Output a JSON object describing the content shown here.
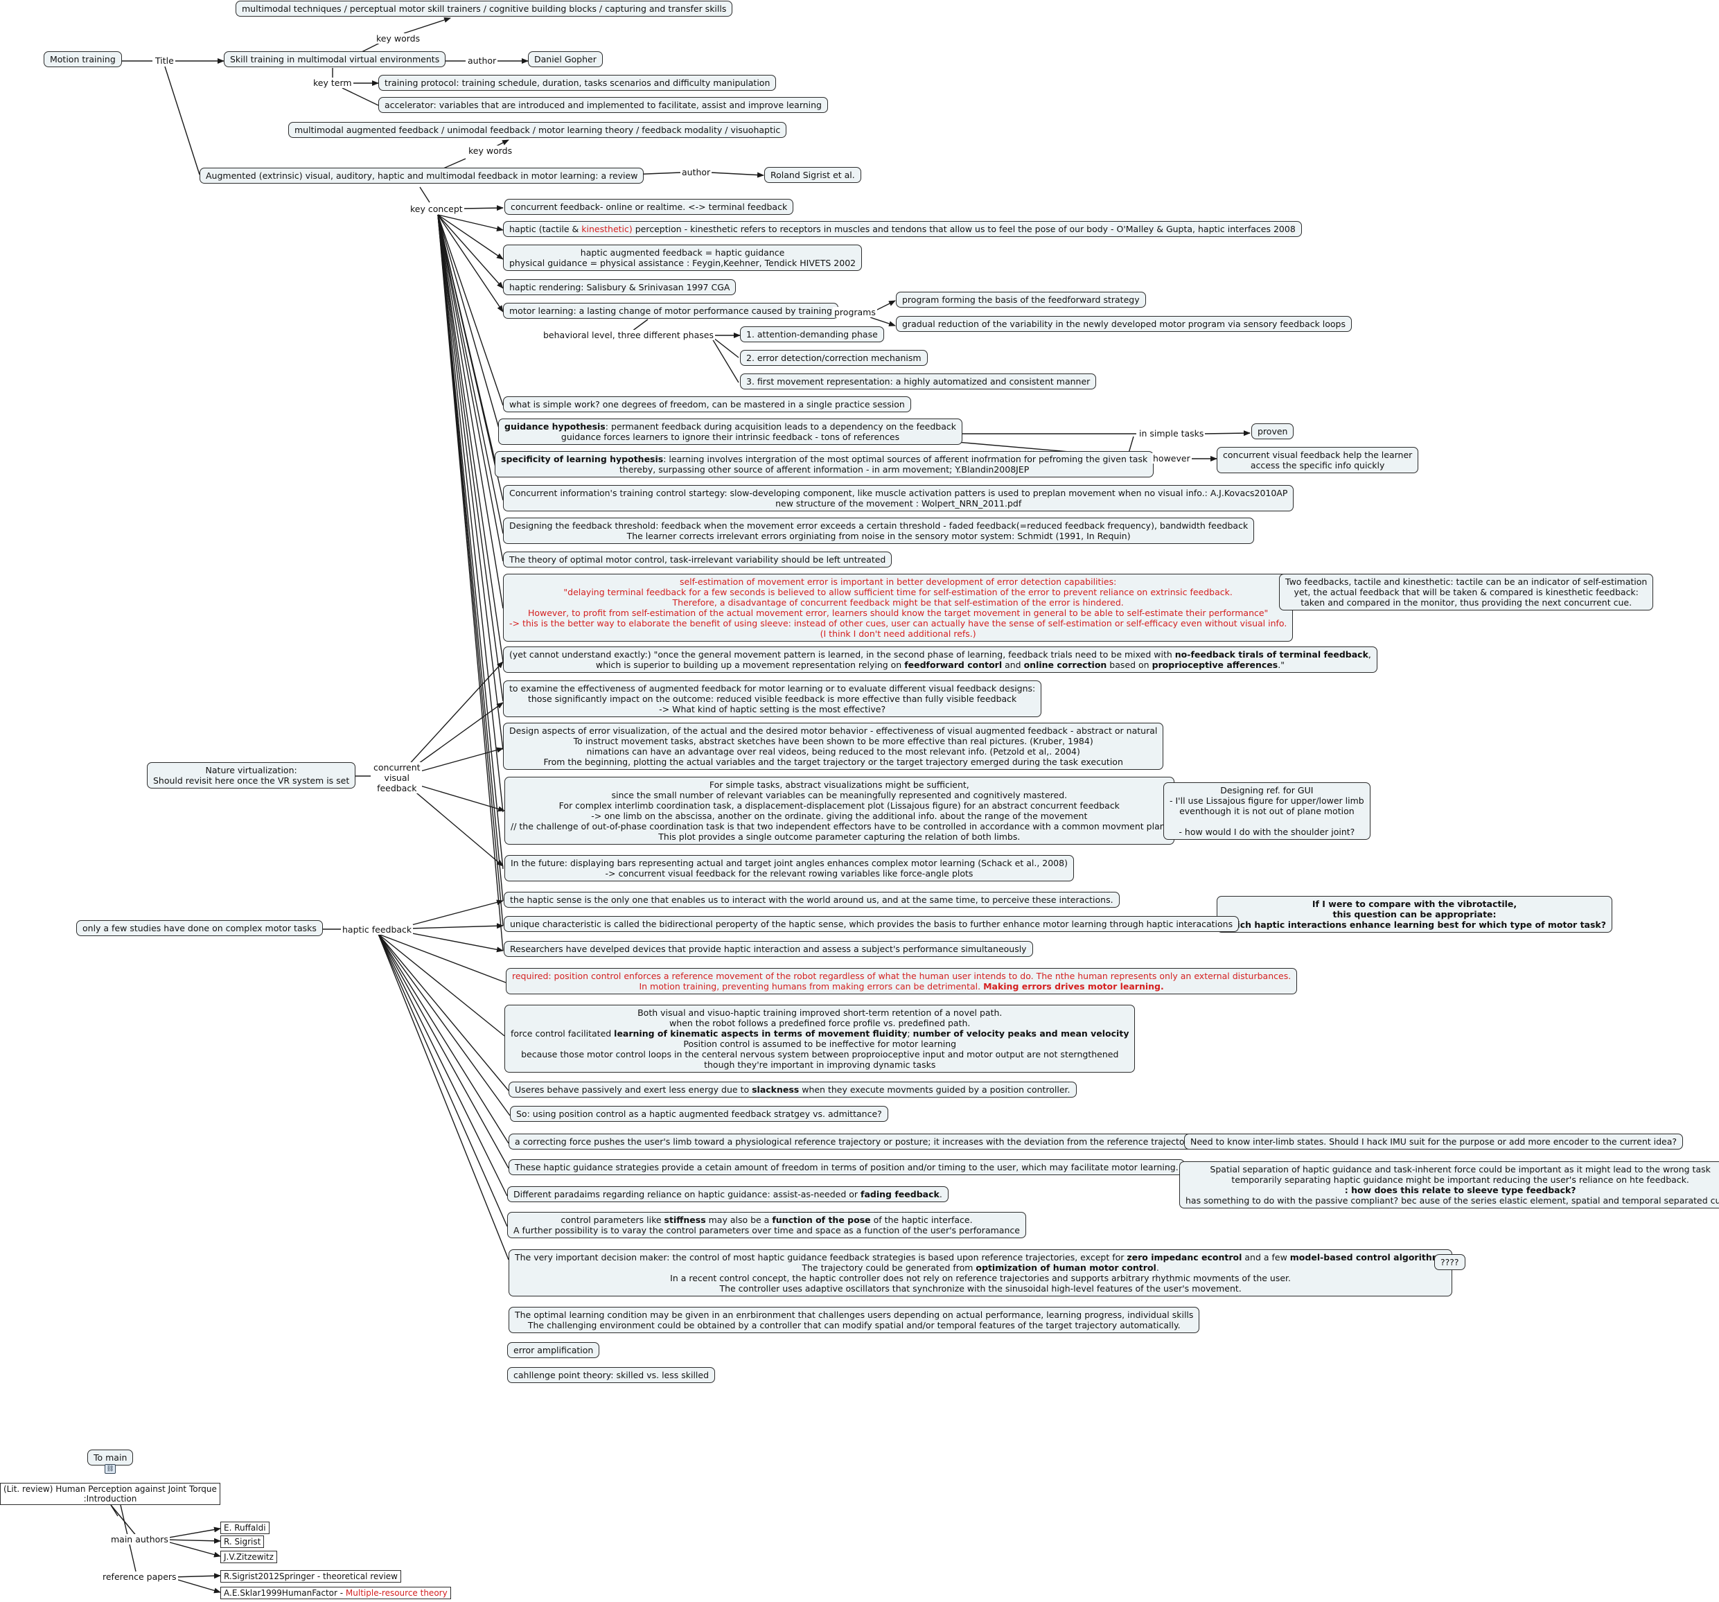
{
  "nodes": {
    "motion_training": "Motion training",
    "title_label": "Title",
    "kw1": "multimodal techniques / perceptual motor skill trainers / cognitive building blocks / capturing and transfer skills",
    "keywords_label_1": "key words",
    "skill_training": "Skill training in multimodal virtual environments",
    "author_label_1": "author",
    "daniel_gopher": "Daniel Gopher",
    "key_term_label": "key term",
    "training_protocol": "training protocol: training schedule, duration, tasks scenarios and difficulty manipulation",
    "accelerator": "accelerator: variables that are introduced and implemented to facilitate, assist and improve learning",
    "kw2": "multimodal augmented feedback / unimodal feedback / motor learning theory / feedback modality / visuohaptic",
    "keywords_label_2": "key words",
    "augmented_review": "Augmented (extrinsic) visual, auditory, haptic and multimodal feedback in motor learning: a review",
    "author_label_2": "author",
    "roland_sigrist": "Roland Sigrist et al.",
    "key_concept_label": "key concept",
    "concurrent_feedback": "concurrent feedback- online or realtime.  <-> terminal feedback",
    "haptic_perception": {
      "pre": "haptic (tactile & ",
      "red": "kinesthetic)",
      "post": " perception - kinesthetic refers to receptors in muscles and tendons that allow us to feel the pose of our body - O'Malley & Gupta, haptic interfaces 2008"
    },
    "haptic_augmented": [
      "haptic augmented feedback = haptic guidance",
      "physical guidance = physical assistance : Feygin,Keehner, Tendick HIVETS 2002"
    ],
    "haptic_rendering": "haptic rendering: Salisbury & Srinivasan 1997 CGA",
    "motor_learning": "motor learning: a lasting change of motor performance caused by training",
    "programs_label": "programs",
    "program_forming": "program forming the basis of the feedforward strategy",
    "gradual_reduction": "gradual reduction of the variability in the newly developed motor program via sensory feedback loops",
    "behavioral_label": "behavioral level, three different phases",
    "phase1": "1. attention-demanding phase",
    "phase2": "2. error detection/correction mechanism",
    "phase3": "3. first movement representation: a highly automatized and consistent manner",
    "simple_work": "what is simple work? one degrees of freedom, can be mastered in a single practice session",
    "guidance_hypothesis": {
      "bold": "guidance hypothesis",
      "rest": ": permanent feedback during acquisition leads to a dependency on the feedback",
      "line2": "guidance forces learners to ignore their intrinsic feedback - tons of references"
    },
    "specificity_hypothesis": {
      "bold": "specificity of learning hypothesis",
      "rest": ": learning involves intergration of the most optimal sources of afferent inofrmation for pefroming the given task",
      "line2": "thereby, surpassing other source of afferent information - in arm movement; Y.Blandin2008JEP"
    },
    "in_simple_tasks_label": "in simple tasks",
    "however_label": "however",
    "proven": "proven",
    "concurrent_visual_help": [
      "concurrent visual feedback help the learner",
      "access the specific info quickly"
    ],
    "concurrent_info": [
      "Concurrent information's training control startegy: slow-developing component, like muscle activation patters is used to preplan movement when no visual info.: A.J.Kovacs2010AP",
      "new structure of the movement : Wolpert_NRN_2011.pdf"
    ],
    "feedback_threshold": [
      "Designing the feedback threshold: feedback when the movement error exceeds a certain threshold - faded feedback(=reduced feedback frequency), bandwidth feedback",
      "The learner corrects irrelevant errors orginiating from noise in the sensory motor system: Schmidt (1991, In Requin)"
    ],
    "optimal_control": "The theory of optimal motor control, task-irrelevant variability should be left untreated",
    "self_estimation": [
      "self-estimation of movement error is important in better development of error detection capabilities:",
      "\"delaying terminal feedback for a few seconds is believed to allow sufficient time for self-estimation of the error to prevent reliance on extrinsic feedback.",
      "Therefore, a disadvantage of concurrent feedback might be that self-estimation of the error is hindered.",
      "However, to profit from self-estimation of the actual movement error, learners should know the target movement in general to be able to self-estimate their performance\"",
      "-> this is the better way to elaborate the benefit of using sleeve: instead of other cues, user can actually have the sense of self-estimation or self-efficacy even without visual info.",
      "(I think I don't need additional refs.)"
    ],
    "two_feedbacks": [
      "Two feedbacks, tactile and kinesthetic: tactile can be an indicator of self-estimation",
      "yet, the actual feedback that will be taken & compared is kinesthetic feedback:",
      "taken and compared in the monitor, thus providing the next concurrent cue."
    ],
    "cannot_understand": {
      "l1a": "(yet cannot understand exactly:) \"once the general movement pattern is learned, in the second phase of learning, feedback trials need to be mixed with ",
      "l1b": "no-feedback tirals of terminal feedback",
      "l1c": ",",
      "l2a": "which is superior to building up a movement representation relying on ",
      "l2b": "feedforward contorl",
      "l2c": " and ",
      "l2d": "online correction",
      "l2e": " based on ",
      "l2f": "proprioceptive afferences",
      "l2g": ".\""
    },
    "examine_effectiveness": [
      "to examine the effectiveness of augmented feedback for motor learning or to evaluate different visual feedback designs:",
      "those significantly impact on the outcome: reduced visible feedback is more effective than fully visible feedback",
      "-> What kind of haptic setting is the most effective?"
    ],
    "design_aspects": [
      "Design aspects of error visualization, of the actual and the desired motor behavior - effectiveness of visual augmented feedback - abstract or natural",
      "To instruct movement tasks, abstract sketches have been shown to be more effective than real pictures. (Kruber, 1984)",
      "nimations can have an advantage over real videos, being reduced to the most relevant info. (Petzold et al,. 2004)",
      "From the beginning, plotting the actual variables and the target trajectory or the target trajectory emerged during the task execution"
    ],
    "simple_tasks": [
      "For simple tasks, abstract visualizations might be sufficient,",
      "since the small number of relevant variables can be meaningfully represented and cognitively mastered.",
      "For complex interlimb coordination task, a displacement-displacement plot (Lissajous figure) for an abstract concurrent feedback",
      "-> one limb on the abscissa, another on the ordinate. giving the additional info. about the range of the movement",
      "// the challenge of out-of-phase coordination task is that two independent effectors have to be controlled in accordance with a common movment plan.",
      "This plot provides a single outcome parameter capturing the relation of both limbs."
    ],
    "designing_ref": [
      "Designing ref. for GUI",
      "- I'll use Lissajous figure for upper/lower limb",
      "eventhough it is not out of plane motion",
      "",
      "- how would I do with the shoulder joint?"
    ],
    "future_bars": [
      "In the future: displaying bars representing actual and target joint angles enhances complex motor learning (Schack et al., 2008)",
      "-> concurrent visual feedback for the relevant rowing variables like force-angle plots"
    ],
    "nature_virtualization": [
      "Nature virtualization:",
      "Should revisit here once the VR system is set"
    ],
    "concurrent_visual_label": [
      "concurrent",
      "visual",
      "feedback"
    ],
    "haptic_sense": "the haptic sense is the only one that enables us to interact with the world around us, and at the same time, to perceive these interactions.",
    "compare_vibro": [
      "If I were to compare with the vibrotactile,",
      "this question can be appropriate:",
      "which haptic interactions enhance learning best for which type of motor task?"
    ],
    "unique_characteristic": "unique characteristic is called the bidirectional peroperty of the haptic sense, which provides the basis to further enhance motor learning through haptic interacations",
    "only_few_studies": "only a few studies have done on complex motor tasks",
    "haptic_feedback_label": "haptic feedback",
    "researchers_devices": "Researchers have develped devices that provide haptic interaction and assess a subject's performance simultaneously",
    "required_position": {
      "l1": "required: position control enforces a reference movement of the robot regardless of what the human user intends to do. The nthe human represents only an external disturbances.",
      "l2a": "In motion training, preventing humans from making errors can be detrimental. ",
      "l2b": "Making errors drives motor learning."
    },
    "both_visual": {
      "l1": "Both visual and visuo-haptic training improved short-term retention of a novel path.",
      "l2": "when the robot follows a predefined force profile vs. predefined path.",
      "l3a": "force control facilitated ",
      "l3b": "learning of kinematic aspects in terms of movement fluidity",
      "l3c": "; ",
      "l3d": "number of velocity peaks and mean velocity",
      "l4": "Position control is assumed to be ineffective for motor learning",
      "l5": "because those motor control loops in the centeral nervous system between proproioceptive input and motor output are not sterngthened",
      "l6": "though they're important in improving dynamic tasks"
    },
    "useres_passive": {
      "a": "Useres behave passively and exert less energy due to ",
      "b": "slackness",
      "c": " when they execute movments guided by a position controller."
    },
    "using_position": "So: using position control as a haptic augmented feedback stratgey vs. admittance?",
    "correcting_force": "a correcting force pushes the user's limb toward a physiological reference trajectory or posture; it increases with the deviation from the reference trajectory",
    "inter_limb": "Need to know inter-limb states. Should I hack IMU suit for the purpose or add more encoder to the current idea?",
    "freedom_strategies": "These haptic guidance strategies provide a cetain amount of freedom in terms of position and/or timing to the user, which may facilitate motor learning.",
    "spatial_separation": {
      "l1": "Spatial separation of haptic guidance and task-inherent force could be important as it might lead to the wrong task",
      "l2": "temporarily separating haptic guidance might be important reducing the user's reliance on hte feedback.",
      "l3": ": how does this relate to sleeve type feedback?",
      "l4": "has something to do with the passive compliant? bec ause of the series elastic element, spatial and temporal separated cues?"
    },
    "paradaims": {
      "a": "Different paradaims regarding reliance on haptic guidance: assist-as-needed or ",
      "b": "fading feedback",
      "c": "."
    },
    "control_parameters": {
      "l1a": "control parameters like ",
      "l1b": "stiffness",
      "l1c": " may also be a ",
      "l1d": "function of the pose",
      "l1e": " of the haptic interface.",
      "l2": "A further possibility is to varay the control parameters over time and space as a function of the user's perforamance"
    },
    "decision_maker": {
      "l1a": "The very important decision maker: the control of most haptic guidance feedback strategies is based upon reference trajectories, except for ",
      "l1b": "zero impedanc econtrol",
      "l1c": " and a few ",
      "l1d": "model-based control algorithms",
      "l2a": "The trajectory could be generated from ",
      "l2b": "optimization of human motor control",
      "l2c": ".",
      "l3": "In a recent control concept, the haptic controller does not rely on reference trajectories and supports arbitrary rhythmic movments of the user.",
      "l4": "The controller uses adaptive oscillators that synchronize with the sinusoidal high-level features of the user's movement."
    },
    "question_marks": "????",
    "optimal_learning": [
      "The optimal learning condition may be given in an enrbironment that challenges users depending on actual performance, learning progress, individual skills",
      "The challenging environment could be obtained by a controller that can modify spatial and/or temporal features of the target trajectory automatically."
    ],
    "error_amplification": "error amplification",
    "challenge_point": "cahllenge point theory: skilled vs. less skilled",
    "to_main": "To main",
    "lit_review": [
      "(Lit. review) Human Perception against Joint Torque",
      ":Introduction"
    ],
    "main_authors_label": "main authors",
    "author_ruffaldi": "E. Ruffaldi",
    "author_sigrist": "R. Sigrist",
    "author_zitzewitz": "J.V.Zitzewitz",
    "reference_papers_label": "reference papers",
    "ref1": "R.Sigrist2012Springer - theoretical review",
    "ref2": {
      "pre": "A.E.Sklar1999HumanFactor - ",
      "red": "Multiple-resource theory"
    }
  },
  "colors": {
    "node_fill": "#edf3f5",
    "node_border": "#2b2b2b",
    "highlight_red": "#d42020",
    "edge": "#1a1a1a"
  },
  "icons": {
    "link_icon": "link-icon"
  }
}
